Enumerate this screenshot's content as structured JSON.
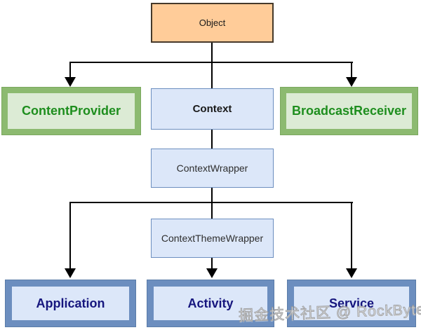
{
  "nodes": [
    {
      "id": "object",
      "label": "Object",
      "style": "orange"
    },
    {
      "id": "contentprovider",
      "label": "ContentProvider",
      "style": "green"
    },
    {
      "id": "context",
      "label": "Context",
      "style": "bluelight-bold"
    },
    {
      "id": "broadcastreceiver",
      "label": "BroadcastReceiver",
      "style": "green"
    },
    {
      "id": "contextwrapper",
      "label": "ContextWrapper",
      "style": "bluelight"
    },
    {
      "id": "contextthemewrapper",
      "label": "ContextThemeWrapper",
      "style": "bluelight"
    },
    {
      "id": "application",
      "label": "Application",
      "style": "blueheavy"
    },
    {
      "id": "activity",
      "label": "Activity",
      "style": "blueheavy"
    },
    {
      "id": "service",
      "label": "Service",
      "style": "blueheavy"
    }
  ],
  "edges": [
    {
      "from": "object",
      "to": "contentprovider",
      "arrow": true
    },
    {
      "from": "object",
      "to": "context",
      "arrow": false
    },
    {
      "from": "object",
      "to": "broadcastreceiver",
      "arrow": true
    },
    {
      "from": "context",
      "to": "contextwrapper",
      "arrow": false
    },
    {
      "from": "contextwrapper",
      "to": "application",
      "arrow": true
    },
    {
      "from": "contextwrapper",
      "to": "contextthemewrapper",
      "arrow": false
    },
    {
      "from": "contextwrapper",
      "to": "service",
      "arrow": true
    },
    {
      "from": "contextthemewrapper",
      "to": "activity",
      "arrow": true
    }
  ],
  "watermark": {
    "text": "掘金技术社区 @ RockByte"
  },
  "colors": {
    "orange_fill": "#FFCC99",
    "orange_stroke": "#45392A",
    "green_fill": "#DCEBD5",
    "green_stroke": "#8CBA70",
    "green_stroke_dark": "#7AA85E",
    "green_text": "#1E8E1E",
    "light_blue_fill": "#DCE7F9",
    "blue_stroke": "#6C8EBF",
    "blue_stroke_dark": "#5B7CA8",
    "navy_text": "#16167E",
    "line_color": "#000000"
  }
}
